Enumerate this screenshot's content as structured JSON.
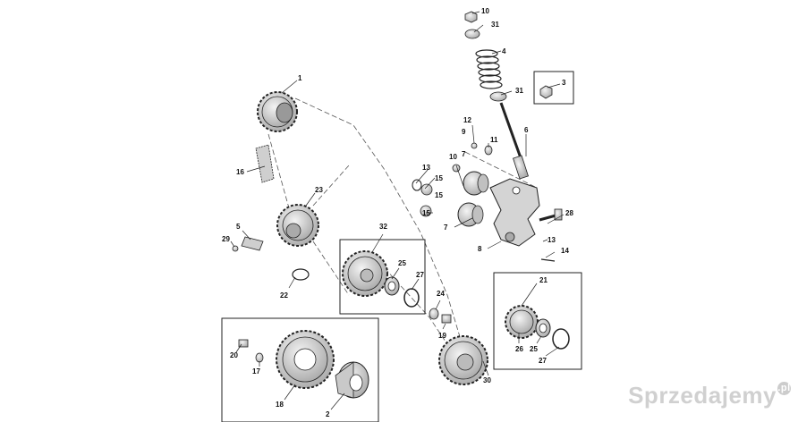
{
  "callouts": [
    {
      "id": "c1",
      "text": "1"
    },
    {
      "id": "c2",
      "text": "2"
    },
    {
      "id": "c3",
      "text": "3"
    },
    {
      "id": "c4",
      "text": "4"
    },
    {
      "id": "c5",
      "text": "5"
    },
    {
      "id": "c6",
      "text": "6"
    },
    {
      "id": "c7a",
      "text": "7"
    },
    {
      "id": "c7b",
      "text": "7"
    },
    {
      "id": "c8",
      "text": "8"
    },
    {
      "id": "c9",
      "text": "9"
    },
    {
      "id": "c10a",
      "text": "10"
    },
    {
      "id": "c10b",
      "text": "10"
    },
    {
      "id": "c11",
      "text": "11"
    },
    {
      "id": "c12",
      "text": "12"
    },
    {
      "id": "c13a",
      "text": "13"
    },
    {
      "id": "c13b",
      "text": "13"
    },
    {
      "id": "c14",
      "text": "14"
    },
    {
      "id": "c15a",
      "text": "15"
    },
    {
      "id": "c15b",
      "text": "15"
    },
    {
      "id": "c16",
      "text": "16"
    },
    {
      "id": "c17",
      "text": "17"
    },
    {
      "id": "c18",
      "text": "18"
    },
    {
      "id": "c19",
      "text": "19"
    },
    {
      "id": "c20",
      "text": "20"
    },
    {
      "id": "c21",
      "text": "21"
    },
    {
      "id": "c22",
      "text": "22"
    },
    {
      "id": "c23",
      "text": "23"
    },
    {
      "id": "c24",
      "text": "24"
    },
    {
      "id": "c25a",
      "text": "25"
    },
    {
      "id": "c25b",
      "text": "25"
    },
    {
      "id": "c26",
      "text": "26"
    },
    {
      "id": "c27a",
      "text": "27"
    },
    {
      "id": "c27b",
      "text": "27"
    },
    {
      "id": "c28",
      "text": "28"
    },
    {
      "id": "c29",
      "text": "29"
    },
    {
      "id": "c30",
      "text": "30"
    },
    {
      "id": "c31a",
      "text": "31"
    },
    {
      "id": "c31b",
      "text": "31"
    },
    {
      "id": "c32",
      "text": "32"
    }
  ],
  "watermark": {
    "brand": "Sprzedajemy",
    "suffix": ".pl"
  },
  "colors": {
    "line": "#222222",
    "part_fill": "#d6d6d6",
    "dash": "#555555",
    "watermark": "#aaaaaa"
  }
}
